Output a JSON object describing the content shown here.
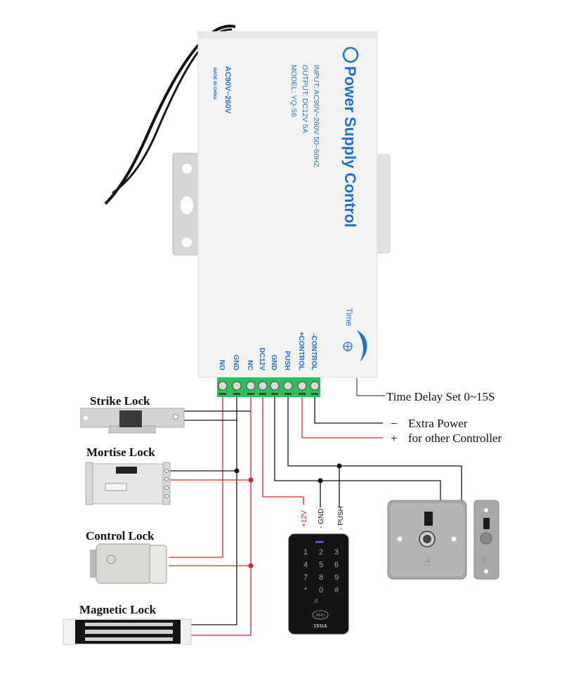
{
  "device": {
    "brand_title": "Power Supply Control",
    "input_spec": "INPUT: AC90V~260V 50~60HZ",
    "output_spec": "OUTPUT: DC12V 5A",
    "model": "MODEL: YQ-S6",
    "side_voltage": "AC90V~260V",
    "made_in": "MADE IN CHINA",
    "time_label": "Time",
    "terminals": [
      "NO",
      "GND",
      "NC",
      "DC12V",
      "GND",
      "PUSH",
      "+CONTROL",
      "-CONTROL"
    ]
  },
  "annotations": {
    "time_delay": "Time Delay Set 0~15S",
    "extra_power_minus_sign": "−",
    "extra_power_plus_sign": "+",
    "extra_power_line1": "Extra Power",
    "extra_power_line2": "for other Controller"
  },
  "locks": [
    {
      "label": "Strike Lock"
    },
    {
      "label": "Mortise Lock"
    },
    {
      "label": "Control Lock"
    },
    {
      "label": "Magnetic Lock"
    }
  ],
  "keypad": {
    "wire_labels": [
      "+12V",
      "- GND",
      "- PUSH"
    ],
    "keys": [
      "1",
      "2",
      "3",
      "4",
      "5",
      "6",
      "7",
      "8",
      "9",
      "*",
      "0",
      "#"
    ],
    "rfid_label": "RFID",
    "brand": "5YOA"
  },
  "colors": {
    "wire_red": "#e0202a",
    "wire_black": "#111111",
    "terminal_green": "#2fbf5a",
    "label_blue": "#1e6fd9"
  }
}
